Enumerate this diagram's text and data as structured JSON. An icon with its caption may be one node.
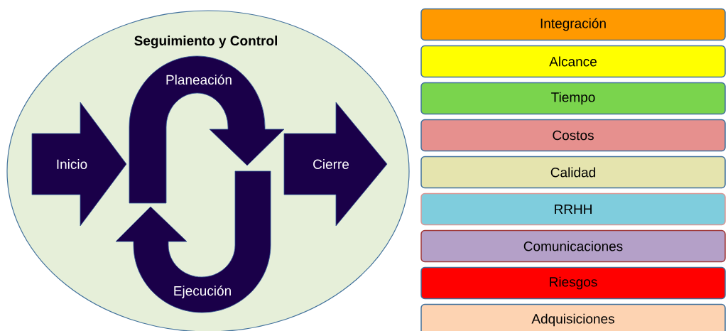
{
  "diagram": {
    "nodes": [
      {
        "text": [
          "Seguimiento y Control"
        ]
      },
      {
        "text": [
          "Inicio"
        ],
        "in": 0
      },
      {
        "text": [
          "Planeación"
        ],
        "in": 0
      },
      {
        "text": [
          "Ejecución"
        ],
        "in": 0
      },
      {
        "text": [
          "Cierre"
        ],
        "in": 0
      },
      {
        "text": [
          "Integración"
        ]
      },
      {
        "text": [
          "Alcance"
        ]
      },
      {
        "text": [
          "Tiempo"
        ]
      },
      {
        "text": [
          "Costos"
        ]
      },
      {
        "text": [
          "Calidad"
        ]
      },
      {
        "text": [
          "RRHH"
        ]
      },
      {
        "text": [
          "Comunicaciones"
        ]
      },
      {
        "text": [
          "Riesgos"
        ]
      },
      {
        "text": [
          "Adquisiciones"
        ]
      }
    ]
  }
}
